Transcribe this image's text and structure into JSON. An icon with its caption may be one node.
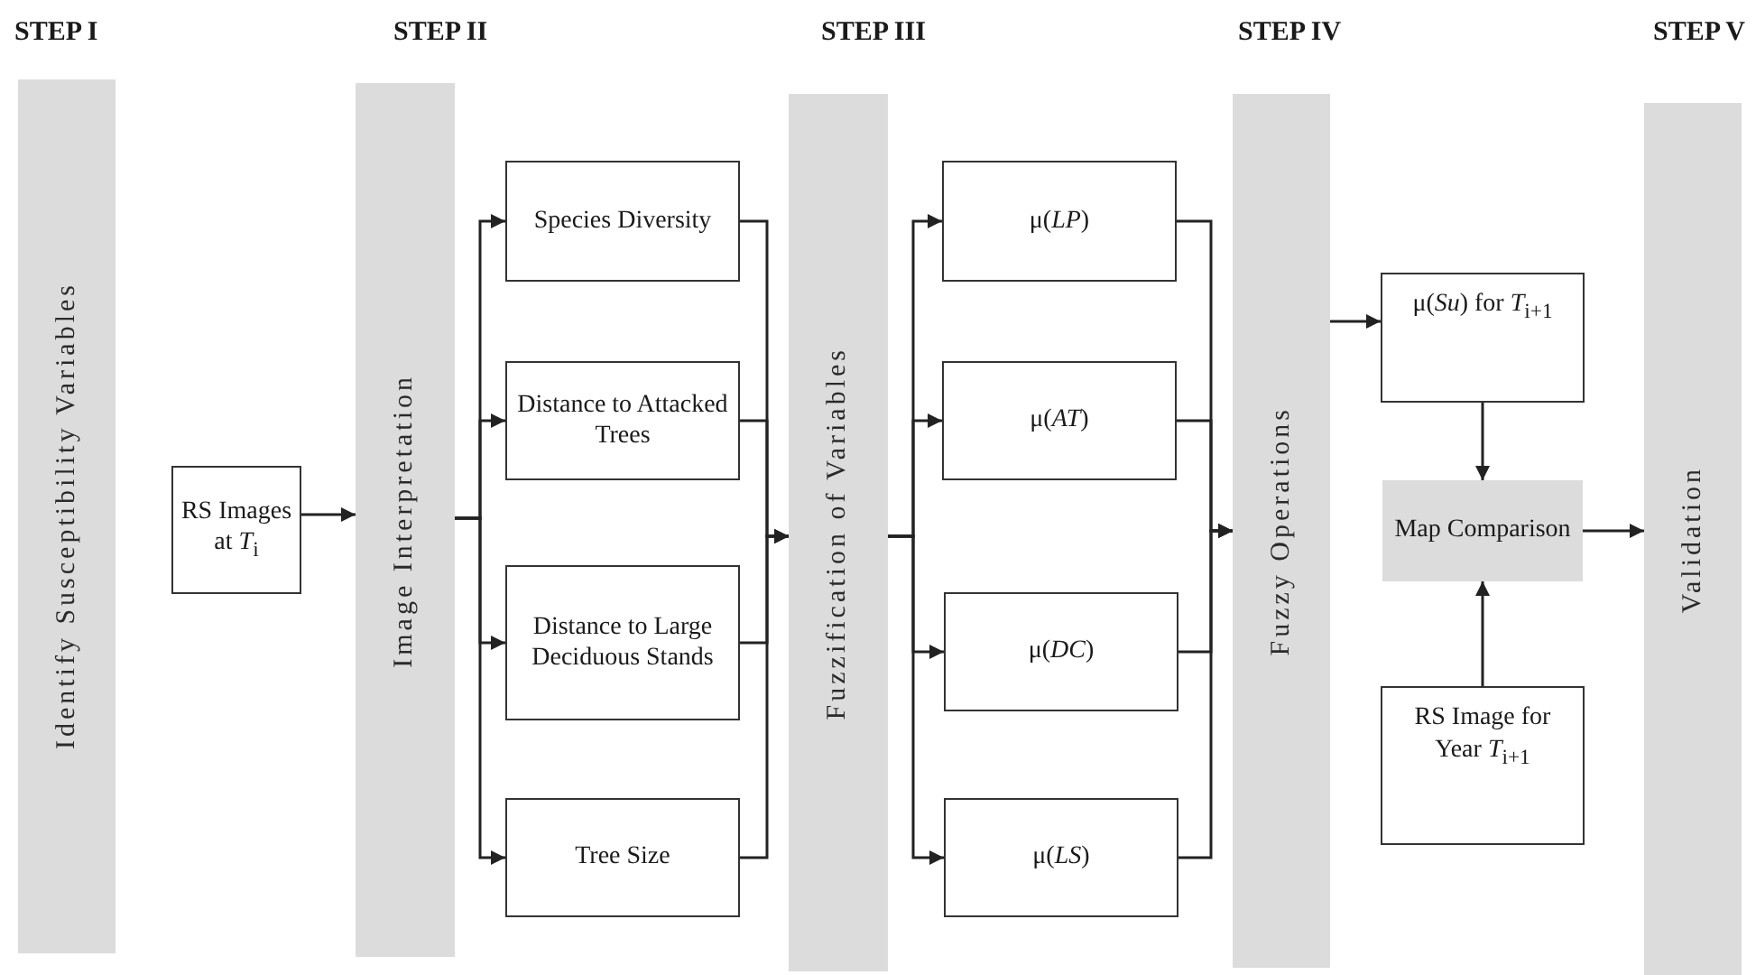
{
  "diagram": {
    "nodes": [
      {
        "text": [
          "Identify Susceptibility Variables"
        ]
      },
      {
        "text": [
          "RS Images at *T*$_{i}$"
        ]
      },
      {
        "text": [
          "Image Interpretation"
        ]
      },
      {
        "text": [
          "Species Diversity"
        ]
      },
      {
        "text": [
          "Distance to Attacked Trees"
        ]
      },
      {
        "text": [
          "Distance to Large Deciduous Stands"
        ]
      },
      {
        "text": [
          "Tree Size"
        ]
      },
      {
        "text": [
          "Fuzzification of Variables"
        ]
      },
      {
        "text": [
          "μ(*LP*)"
        ]
      },
      {
        "text": [
          "μ(*AT*)"
        ]
      },
      {
        "text": [
          "μ(*DC*)"
        ]
      },
      {
        "text": [
          "μ(*LS*)"
        ]
      },
      {
        "text": [
          "Fuzzy Operations"
        ]
      },
      {
        "text": [
          "μ(*Su*) for *T*$_{i+1}$"
        ]
      },
      {
        "text": [
          "Map Comparison"
        ]
      },
      {
        "text": [
          "RS Image for Year *T*$_{i+1}$"
        ]
      },
      {
        "text": [
          "Validation"
        ]
      }
    ],
    "edges": [
      {
        "from": 1,
        "to": 2,
        "arrow": "to"
      },
      {
        "from": 2,
        "to": 3,
        "arrow": "to"
      },
      {
        "from": 2,
        "to": 4,
        "arrow": "to"
      },
      {
        "from": 2,
        "to": 5,
        "arrow": "to"
      },
      {
        "from": 2,
        "to": 6,
        "arrow": "to"
      },
      {
        "from": 3,
        "to": 7,
        "arrow": "to"
      },
      {
        "from": 4,
        "to": 7,
        "arrow": "to"
      },
      {
        "from": 5,
        "to": 7,
        "arrow": "to"
      },
      {
        "from": 6,
        "to": 7,
        "arrow": "to"
      },
      {
        "from": 7,
        "to": 8,
        "arrow": "to"
      },
      {
        "from": 7,
        "to": 9,
        "arrow": "to"
      },
      {
        "from": 7,
        "to": 10,
        "arrow": "to"
      },
      {
        "from": 7,
        "to": 11,
        "arrow": "to"
      },
      {
        "from": 8,
        "to": 12,
        "arrow": "to"
      },
      {
        "from": 9,
        "to": 12,
        "arrow": "to"
      },
      {
        "from": 10,
        "to": 12,
        "arrow": "to"
      },
      {
        "from": 11,
        "to": 12,
        "arrow": "to"
      },
      {
        "from": 12,
        "to": 13,
        "arrow": "to"
      },
      {
        "from": 13,
        "to": 14,
        "arrow": "to"
      },
      {
        "from": 15,
        "to": 14,
        "arrow": "to"
      },
      {
        "from": 14,
        "to": 16,
        "arrow": "to"
      }
    ],
    "labels": [
      "STEP I",
      "STEP II",
      "STEP III",
      "STEP IV",
      "STEP V"
    ]
  }
}
